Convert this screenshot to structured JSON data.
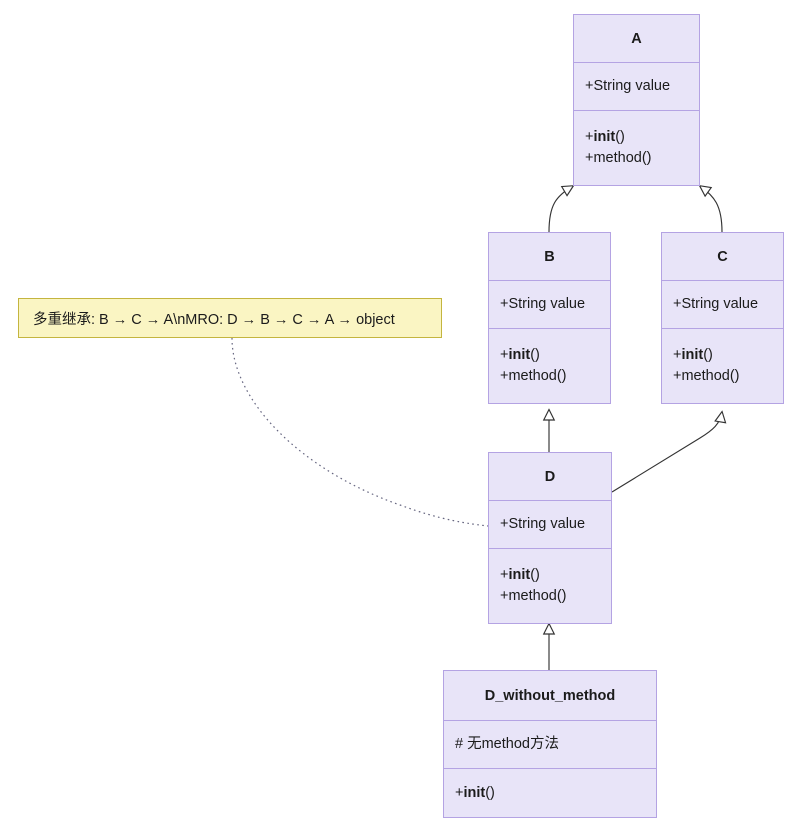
{
  "diagram": {
    "type": "uml-class-diagram",
    "colors": {
      "class_fill": "#e8e4f8",
      "class_border": "#b4a3e3",
      "note_fill": "#faf5c3",
      "note_border": "#c4b53f",
      "edge": "#333333",
      "text": "#1b1b1b",
      "background": "#ffffff"
    },
    "classes": [
      {
        "id": "A",
        "name": "A",
        "attributes": [
          "+String value"
        ],
        "methods": [
          {
            "prefix": "+",
            "bold": "init",
            "suffix": "()"
          },
          {
            "prefix": "+",
            "bold": "",
            "suffix": "method()"
          }
        ]
      },
      {
        "id": "B",
        "name": "B",
        "attributes": [
          "+String value"
        ],
        "methods": [
          {
            "prefix": "+",
            "bold": "init",
            "suffix": "()"
          },
          {
            "prefix": "+",
            "bold": "",
            "suffix": "method()"
          }
        ]
      },
      {
        "id": "C",
        "name": "C",
        "attributes": [
          "+String value"
        ],
        "methods": [
          {
            "prefix": "+",
            "bold": "init",
            "suffix": "()"
          },
          {
            "prefix": "+",
            "bold": "",
            "suffix": "method()"
          }
        ]
      },
      {
        "id": "D",
        "name": "D",
        "attributes": [
          "+String value"
        ],
        "methods": [
          {
            "prefix": "+",
            "bold": "init",
            "suffix": "()"
          },
          {
            "prefix": "+",
            "bold": "",
            "suffix": "method()"
          }
        ]
      },
      {
        "id": "D_without_method",
        "name": "D_without_method",
        "attributes": [
          "# 无method方法"
        ],
        "methods": [
          {
            "prefix": "+",
            "bold": "init",
            "suffix": "()"
          }
        ]
      }
    ],
    "labels": {
      "class_a_title": "A",
      "class_a_attr_1": "+String value",
      "class_b_title": "B",
      "class_b_attr_1": "+String value",
      "class_c_title": "C",
      "class_c_attr_1": "+String value",
      "class_d_title": "D",
      "class_d_attr_1": "+String value",
      "class_dwm_title": "D_without_method",
      "class_dwm_attr_1": "# 无method方法",
      "method_init_prefix": "+",
      "method_init_bold": "init",
      "method_init_suffix": "()",
      "method_method": "+method()"
    },
    "note": {
      "text": "多重继承: B → C → A\\nMRO: D → B → C → A → object",
      "attached_to": "D"
    },
    "relationships": [
      {
        "from": "B",
        "to": "A",
        "type": "inheritance"
      },
      {
        "from": "C",
        "to": "A",
        "type": "inheritance"
      },
      {
        "from": "D",
        "to": "B",
        "type": "inheritance"
      },
      {
        "from": "D",
        "to": "C",
        "type": "inheritance"
      },
      {
        "from": "D_without_method",
        "to": "D",
        "type": "inheritance"
      },
      {
        "from": "note",
        "to": "D",
        "type": "note-link"
      }
    ]
  }
}
